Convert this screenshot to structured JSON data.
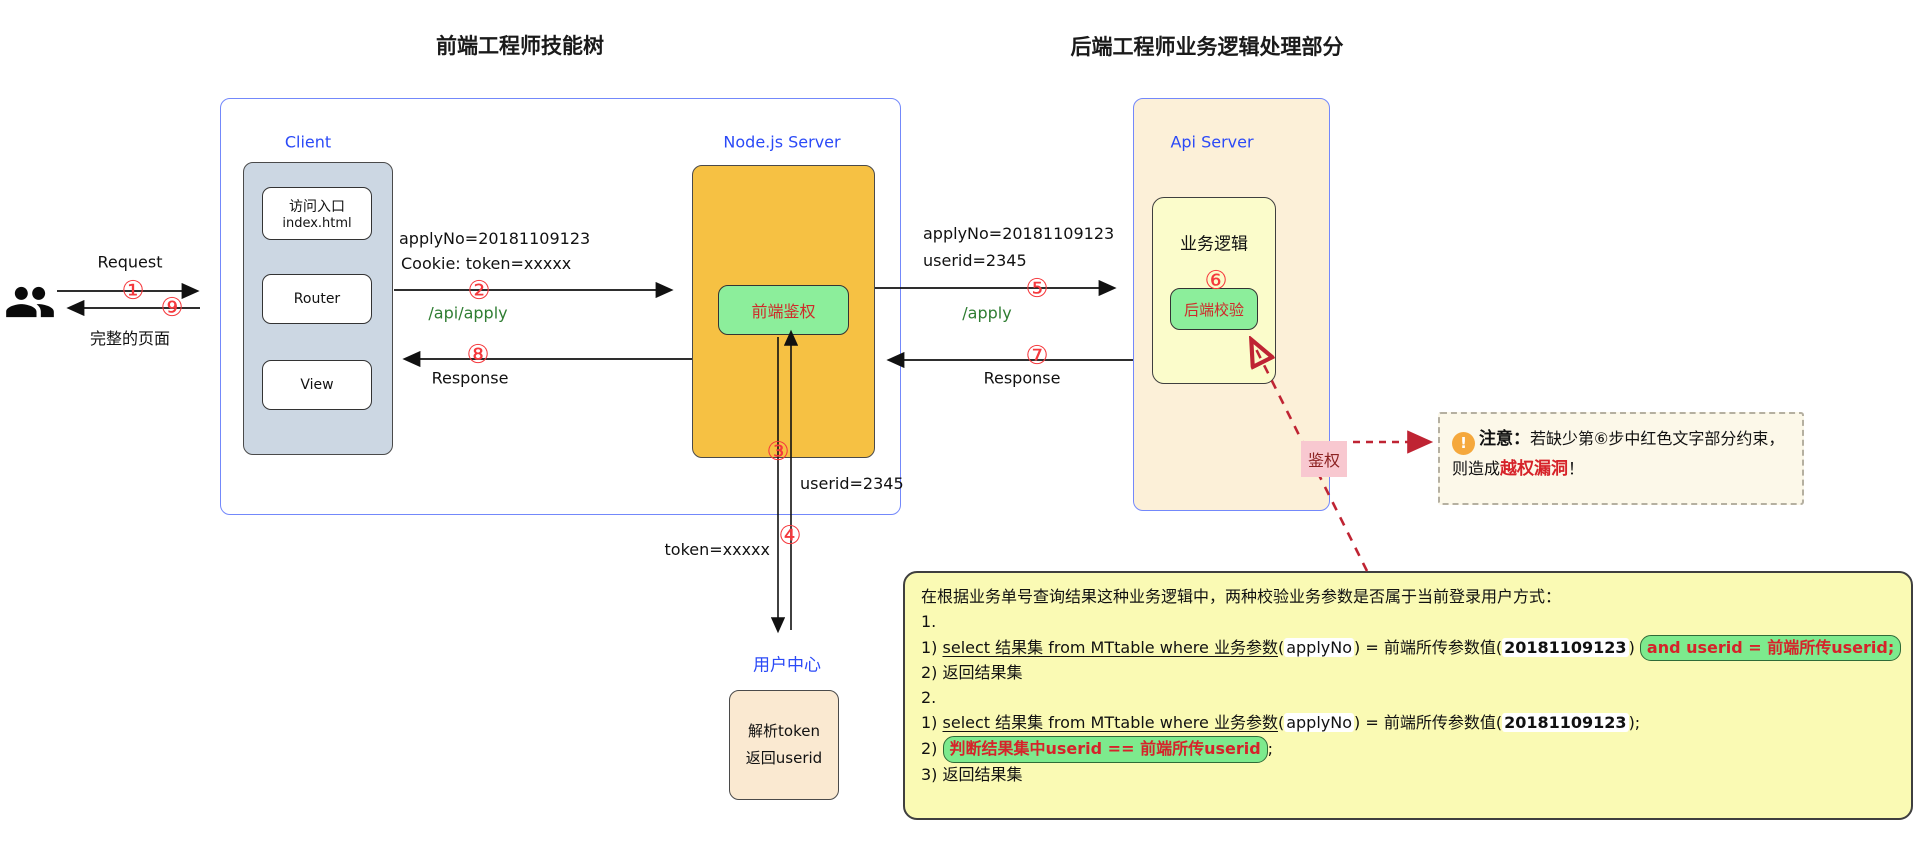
{
  "titles": {
    "frontend": "前端工程师技能树",
    "backend": "后端工程师业务逻辑处理部分"
  },
  "actor": {
    "request": "Request",
    "response_page": "完整的页面"
  },
  "client": {
    "label": "Client",
    "entry1": "访问入口",
    "entry2": "index.html",
    "router": "Router",
    "view": "View"
  },
  "node_server": {
    "label": "Node.js Server",
    "frontend_auth": "前端鉴权"
  },
  "api_server": {
    "label": "Api Server",
    "logic": "业务逻辑",
    "backend_check": "后端校验",
    "auth_tag": "鉴权"
  },
  "user_center": {
    "label": "用户中心",
    "line1": "解析token",
    "line2": "返回userid"
  },
  "flow": {
    "c2n_param": "applyNo=20181109123",
    "c2n_cookie": "Cookie: token=xxxxx",
    "c2n_path": "/api/apply",
    "n2c_response": "Response",
    "n2a_param": "applyNo=20181109123",
    "n2a_userid": "userid=2345",
    "n2a_path": "/apply",
    "a2n_response": "Response",
    "down_userid": "userid=2345",
    "down_token": "token=xxxxx"
  },
  "steps": {
    "n1": "①",
    "n2": "②",
    "n3": "③",
    "n4": "④",
    "n5": "⑤",
    "n6": "⑥",
    "n7": "⑦",
    "n8": "⑧",
    "n9": "⑨"
  },
  "note": {
    "icon": "!",
    "title": "注意：",
    "body": "若缺少第⑥步中红色文字部分约束，则造成",
    "highlight": "越权漏洞",
    "tail": "！"
  },
  "sql": {
    "intro": "在根据业务单号查询结果这种业务逻辑中，两种校验业务参数是否属于当前登录用户方式：",
    "method1": "1.",
    "method2": "2.",
    "s1_prefix": "1) ",
    "s1_underline": "select 结果集 from MTtable where 业务参数",
    "s1_p1": "(",
    "s1_param": "applyNo",
    "s1_p2": ") = 前端所传参数值(",
    "s1_value": "20181109123",
    "s1_p3": ") ",
    "s1_pill": "and userid = 前端所传userid;",
    "s1_return": "2) 返回结果集",
    "s2_prefix": "1) ",
    "s2_underline": "select 结果集 from MTtable where 业务参数",
    "s2_p1": "(",
    "s2_param": "applyNo",
    "s2_p2": ") = 前端所传参数值(",
    "s2_value": "20181109123",
    "s2_p3": ");",
    "judge_prefix": "2) ",
    "judge_pill": "判断结果集中userid == 前端所传userid",
    "judge_tail": ";",
    "s2_return": "3) 返回结果集"
  },
  "colors": {
    "accent_blue": "#2b4af7",
    "box_border_blue": "#7388fb",
    "orange": "#f6c143",
    "green": "#8cee9b",
    "green_pill": "#7dea8d",
    "red": "#d6232a",
    "pink": "#f8c8d0",
    "cream": "#fcf0d8",
    "pale_yellow": "#fbfccb",
    "sql_yellow": "#fafab4",
    "note_bg": "#fcf8e9",
    "warn_orange": "#f5a83c",
    "path_green": "#2f7d32"
  }
}
